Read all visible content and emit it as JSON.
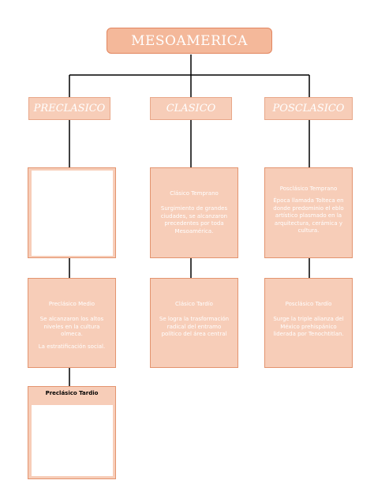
{
  "root": {
    "title": "MESOAMERICA"
  },
  "eras": [
    {
      "label": "PRECLASICO"
    },
    {
      "label": "CLASICO"
    },
    {
      "label": "POSCLASICO"
    }
  ],
  "preclasico": {
    "medio": {
      "title": "Preclásico Medio",
      "desc": "Se alcanzaron los altos niveles en la cultura olmeca.",
      "desc2": "La estratificación social."
    },
    "tardio": {
      "title": "Preclásico Tardio"
    }
  },
  "clasico": {
    "temprano": {
      "title": "Clásico Temprano",
      "desc": "Surgimiento de grandes ciudades, se alcanzaron precedentes por toda Mesoamérica."
    },
    "tardio": {
      "title": "Clásico Tardío",
      "desc": "Se logra la trasformación radical del entramo político del área central"
    }
  },
  "posclasico": {
    "temprano": {
      "title": "Posclásico Temprano",
      "desc": "Época llamada Tolteca en donde predominio el eblo artístico plasmado en la arquitectura, cerámica y cultura."
    },
    "tardio": {
      "title": "Posclásico Tardío",
      "desc": "Surge la triple alianza del México prehispánico liderada por Tenochtitlan."
    }
  }
}
